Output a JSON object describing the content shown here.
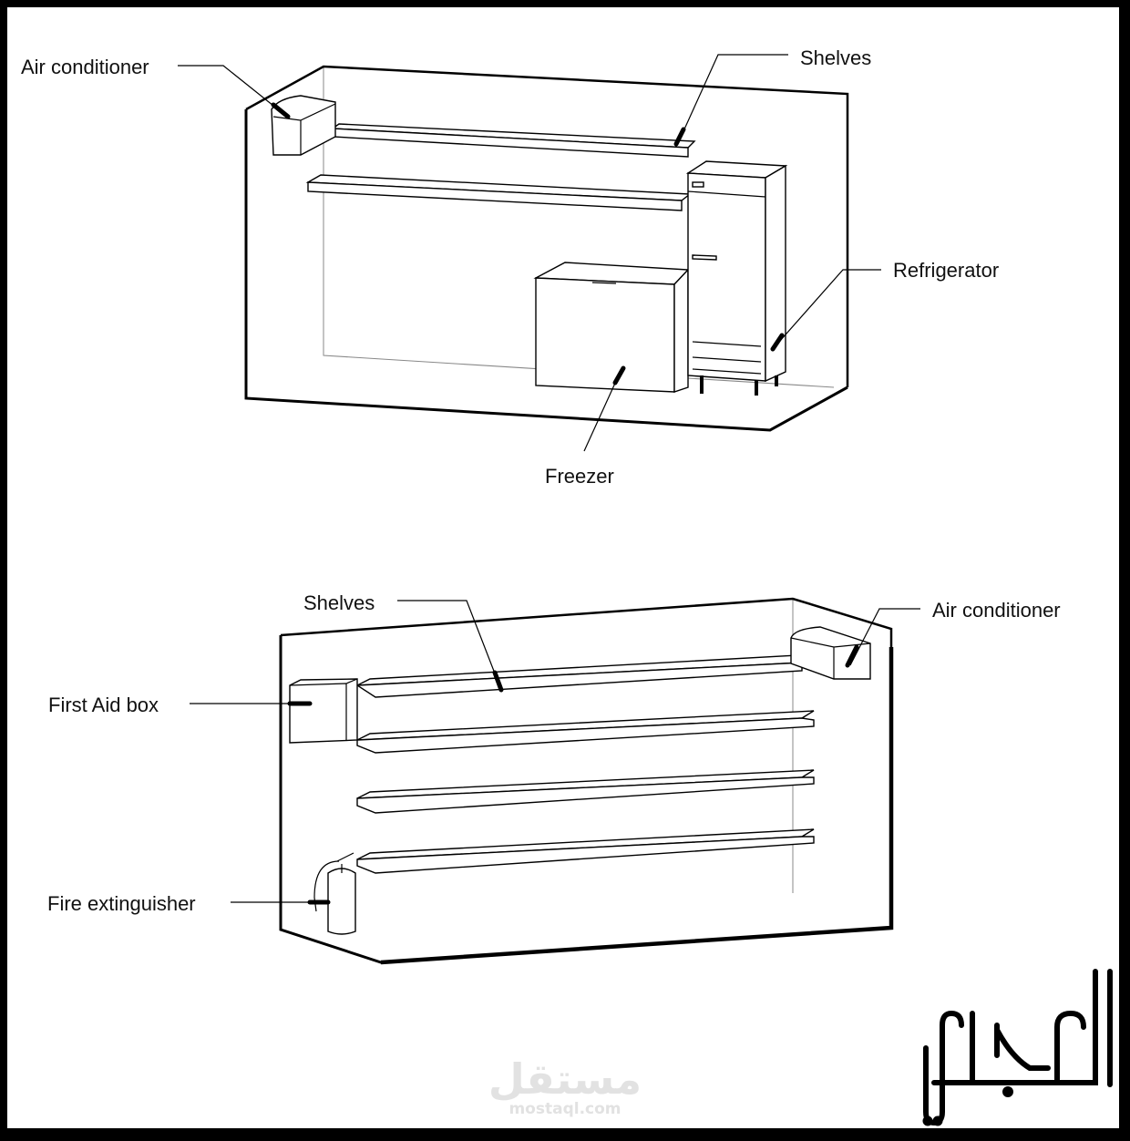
{
  "top_room": {
    "labels": {
      "air_conditioner": "Air conditioner",
      "shelves": "Shelves",
      "refrigerator": "Refrigerator",
      "freezer": "Freezer"
    }
  },
  "bottom_room": {
    "labels": {
      "shelves": "Shelves",
      "air_conditioner": "Air conditioner",
      "first_aid_box": "First Aid box",
      "fire_extinguisher": "Fire extinguisher"
    }
  },
  "logo": {
    "text": "العجمي"
  },
  "watermark": {
    "arabic": "مستقل",
    "site": "mostaql.com"
  }
}
